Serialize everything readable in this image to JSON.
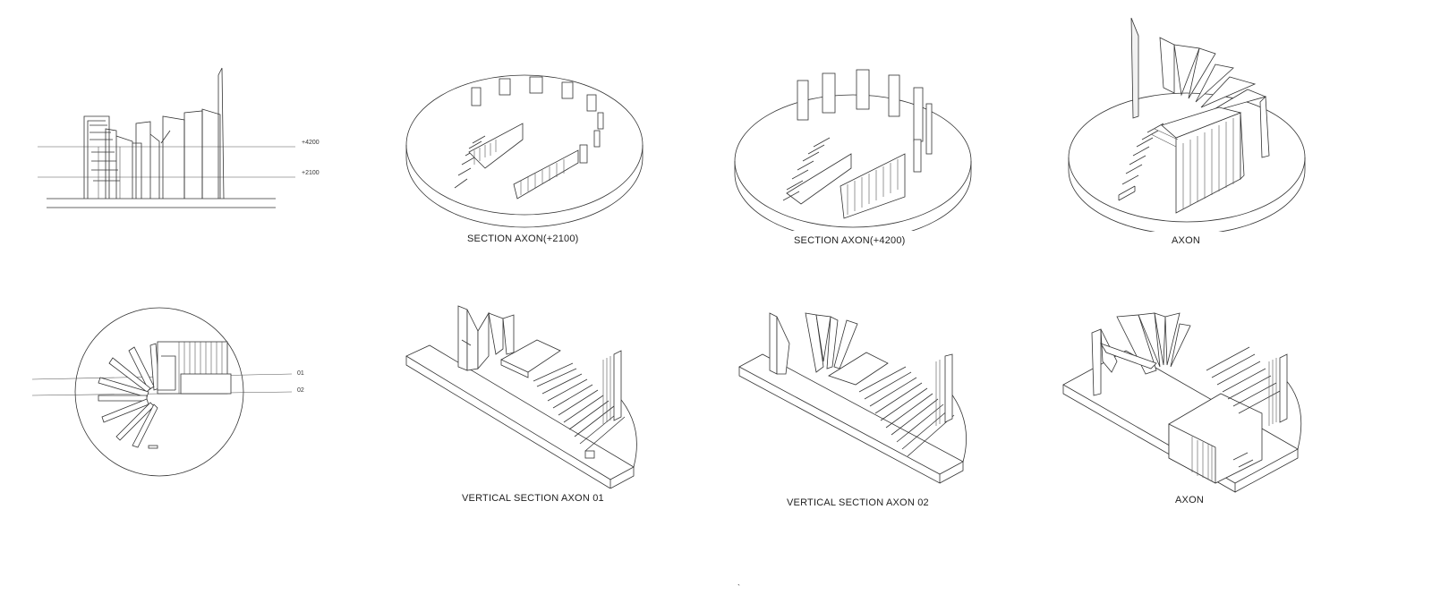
{
  "captions": {
    "section_axon_2100": "SECTION AXON(+2100)",
    "section_axon_4200": "SECTION AXON(+4200)",
    "axon_top": "AXON",
    "vertical_section_01": "VERTICAL SECTION AXON 01",
    "vertical_section_02": "VERTICAL SECTION AXON 02",
    "axon_bottom": "AXON"
  },
  "elevation": {
    "level_high": "+4200",
    "level_low": "+2100"
  },
  "plan": {
    "cut_01": "01",
    "cut_02": "02"
  },
  "footer": {
    "stray_mark": "`"
  }
}
